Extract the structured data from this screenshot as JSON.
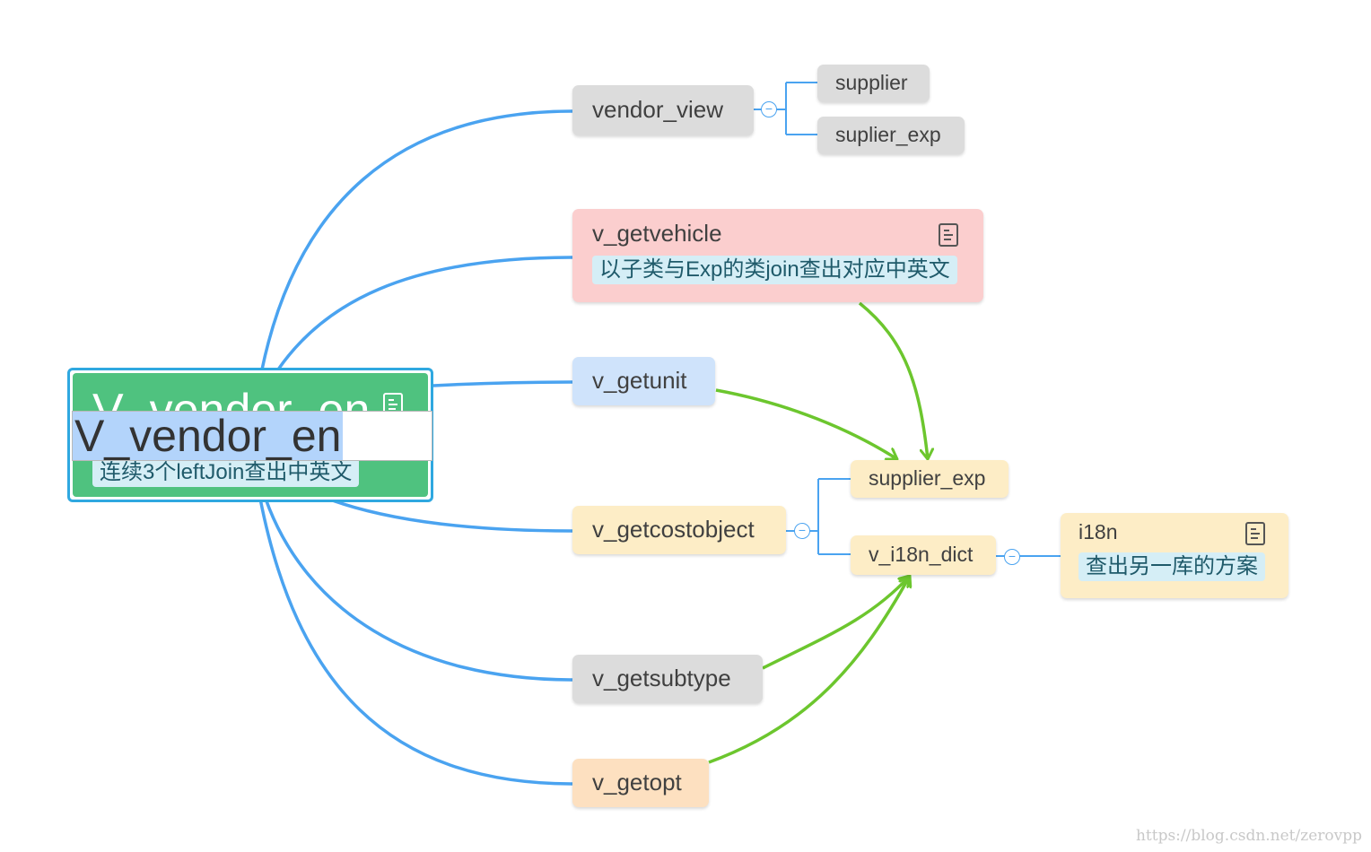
{
  "root": {
    "title": "V_vendor_en",
    "note": "连续3个leftJoin查出中英文",
    "edit_text": "V_vendor_en"
  },
  "nodes": {
    "vendor_view": "vendor_view",
    "supplier": "supplier",
    "suplier_exp": "suplier_exp",
    "v_getvehicle": "v_getvehicle",
    "v_getvehicle_note": "以子类与Exp的类join查出对应中英文",
    "v_getunit": "v_getunit",
    "supplier_exp": "supplier_exp",
    "v_getcostobject": "v_getcostobject",
    "v_i18n_dict": "v_i18n_dict",
    "i18n": "i18n",
    "i18n_note": "查出另一库的方案",
    "v_getsubtype": "v_getsubtype",
    "v_getopt": "v_getopt"
  },
  "collapse_symbol": "−",
  "colors": {
    "root": "#4fc27f",
    "branch_line": "#4aa3f0",
    "relation_arrow": "#6cc62e",
    "gray_node": "#dcdcdc",
    "pink_node": "#fbcece",
    "blue_node": "#cfe3fb",
    "yellow_node": "#fdedc6",
    "peach_node": "#fde0c0"
  },
  "watermark": "https://blog.csdn.net/zerovpp"
}
